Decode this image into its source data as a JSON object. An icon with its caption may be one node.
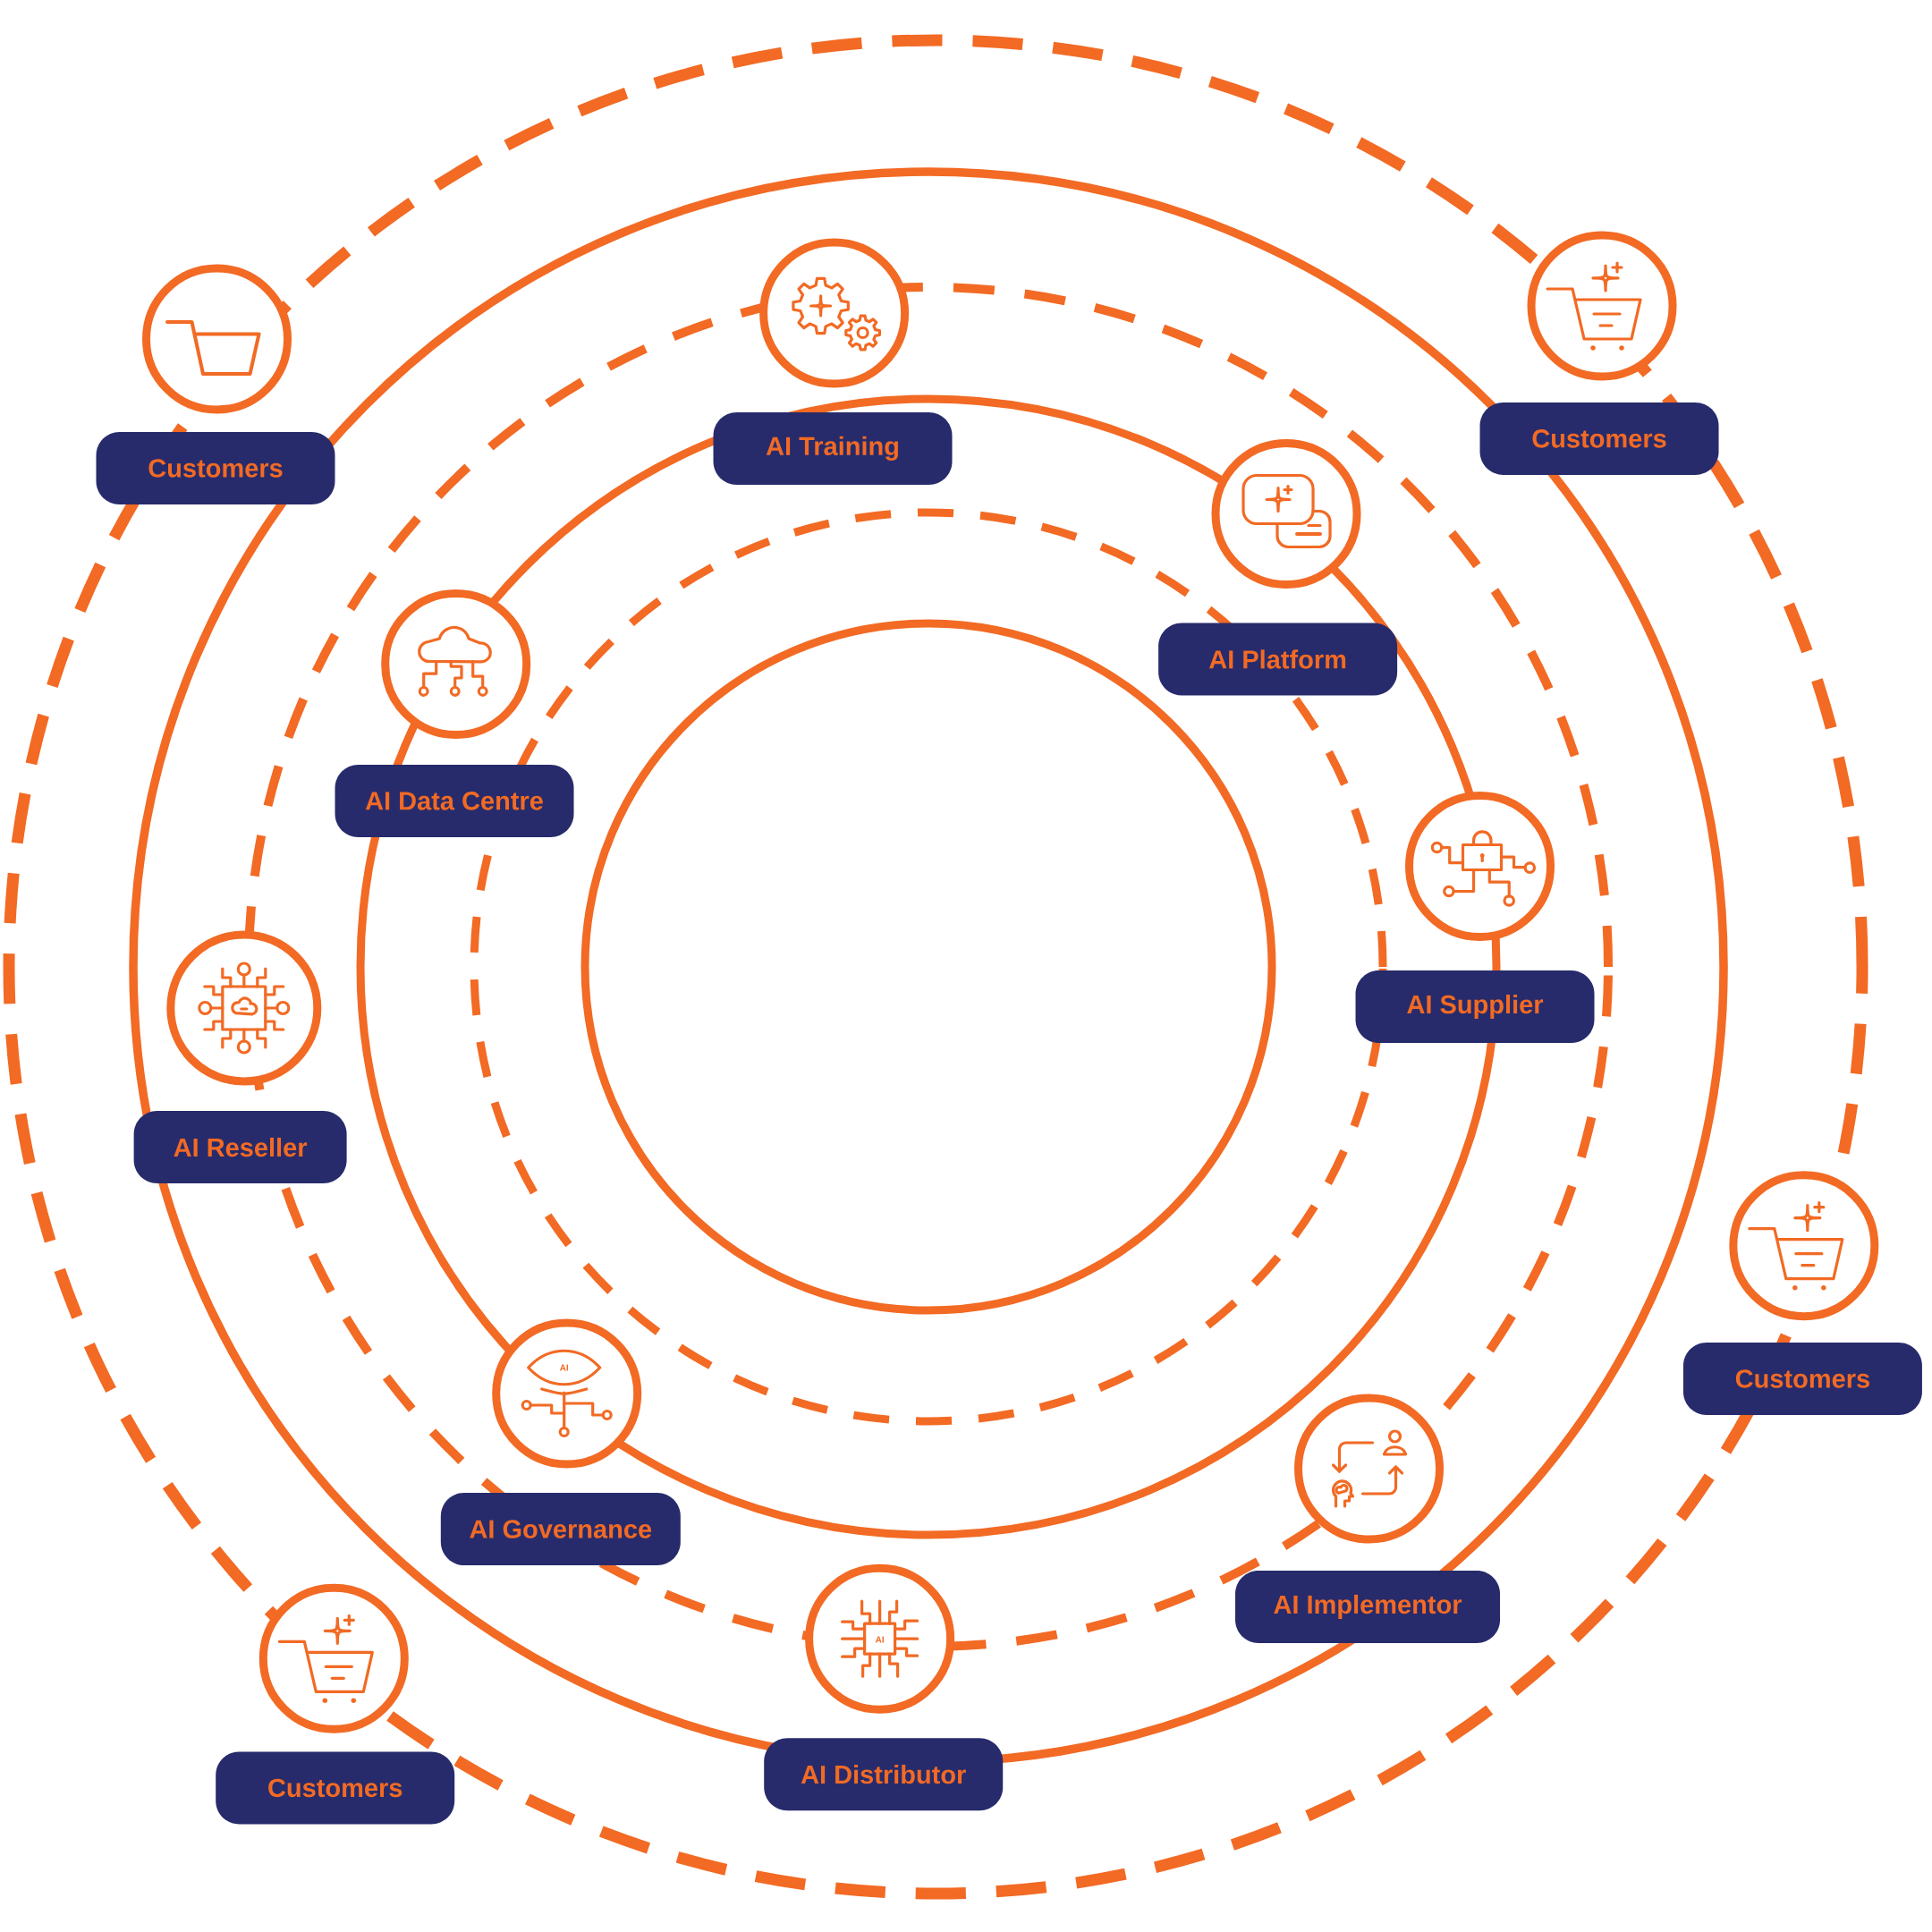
{
  "diagram": {
    "nodes": [
      {
        "text": [
          "Customers"
        ]
      },
      {
        "text": [
          "AI Training"
        ]
      },
      {
        "text": [
          "Customers"
        ]
      },
      {
        "text": [
          "AI Platform"
        ]
      },
      {
        "text": [],
        "shape": "circle"
      },
      {
        "text": [
          "AI Data Centre"
        ]
      },
      {
        "text": [
          "AI Supplier"
        ]
      },
      {
        "text": [
          "AI Reseller"
        ]
      },
      {
        "text": [
          "Customers"
        ]
      },
      {
        "text": [
          "AI Governance"
        ]
      },
      {
        "text": [
          "AI Implementor"
        ]
      },
      {
        "text": [
          "AI Distributor"
        ]
      },
      {
        "text": [
          "Customers"
        ]
      }
    ],
    "labels": [
      "AI",
      "AI"
    ]
  }
}
